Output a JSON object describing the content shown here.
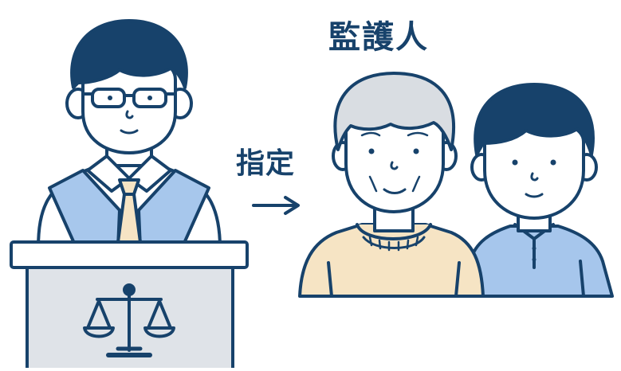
{
  "title": "監護人",
  "action_label": "指定",
  "colors": {
    "outline": "#17426b",
    "sash": "#a7c7ec",
    "podium": "#dfe3e8",
    "tie": "#f6e4c4",
    "sweater": "#f6e4c4",
    "polo": "#a6c6ec",
    "gray_hair": "#d9dde2",
    "skin": "#ffffff"
  },
  "icons": [
    "judge-figure",
    "scales-of-justice-icon",
    "arrow-right-icon",
    "elderly-woman-figure",
    "young-man-figure"
  ]
}
